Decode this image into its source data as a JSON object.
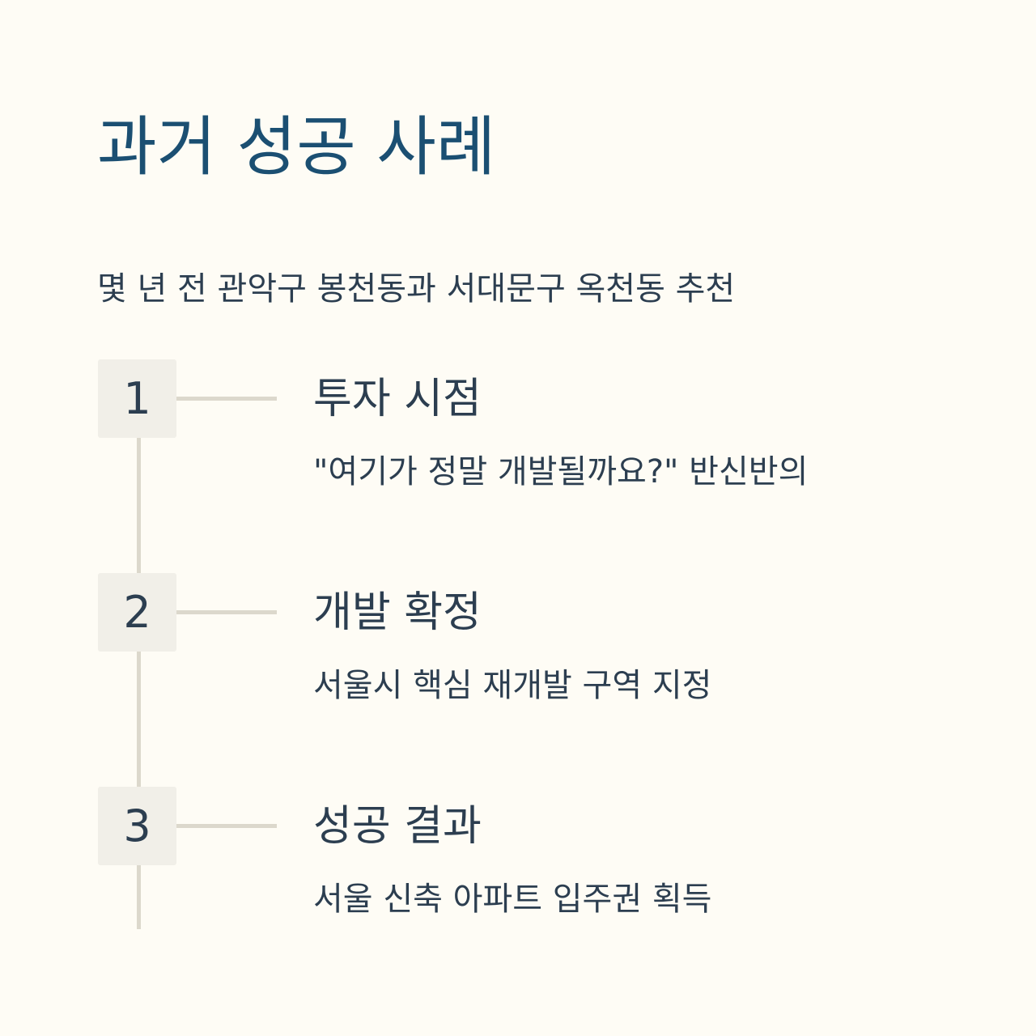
{
  "title": "과거 성공 사례",
  "subtitle": "몇 년 전 관악구 봉천동과 서대문구 옥천동 추천",
  "steps": [
    {
      "number": "1",
      "title": "투자 시점",
      "description": "\"여기가 정말 개발될까요?\" 반신반의"
    },
    {
      "number": "2",
      "title": "개발 확정",
      "description": "서울시 핵심 재개발 구역 지정"
    },
    {
      "number": "3",
      "title": "성공 결과",
      "description": "서울 신축 아파트 입주권 획득"
    }
  ],
  "colors": {
    "background": "#fefcf5",
    "title": "#1b4f72",
    "text": "#2c3e50",
    "badge": "#f1efe8",
    "line": "#dcd8cc"
  }
}
